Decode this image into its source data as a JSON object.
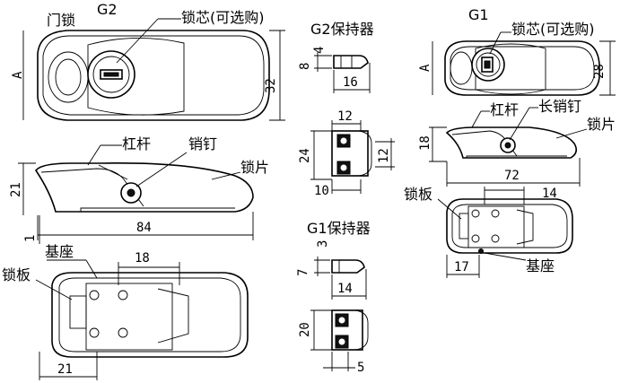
{
  "labels": {
    "door_lock": "门锁",
    "g2": "G2",
    "lock_core_g2": "锁芯(可选购)",
    "g2_holder": "G2保持器",
    "g1": "G1",
    "lock_core_g1": "锁芯(可选购)",
    "lever_g2": "杠杆",
    "pin_g2": "销钉",
    "plate_g2": "锁片",
    "base_g2": "基座",
    "lock_plate_g2": "锁板",
    "g1_holder": "G1保持器",
    "lever_g1": "杠杆",
    "long_pin_g1": "长销钉",
    "plate_g1": "锁片",
    "lock_plate_g1": "锁板",
    "base_g1": "基座"
  },
  "dims": {
    "g2_height": "32",
    "g2_a": "A",
    "g2_side_h": "21",
    "g2_side_1": "1",
    "g2_len": "84",
    "g2_base_18": "18",
    "g2_base_21": "21",
    "h2_8": "8",
    "h2_4": "4",
    "h2_16": "16",
    "h2_12top": "12",
    "h2_24": "24",
    "h2_12r": "12",
    "h2_10": "10",
    "h1_7": "7",
    "h1_3": "3",
    "h1_14": "14",
    "h1_20": "20",
    "h1_5": "5",
    "g1_a": "A",
    "g1_28": "28",
    "g1_18": "18",
    "g1_72": "72",
    "g1_14": "14",
    "g1_17": "17"
  }
}
